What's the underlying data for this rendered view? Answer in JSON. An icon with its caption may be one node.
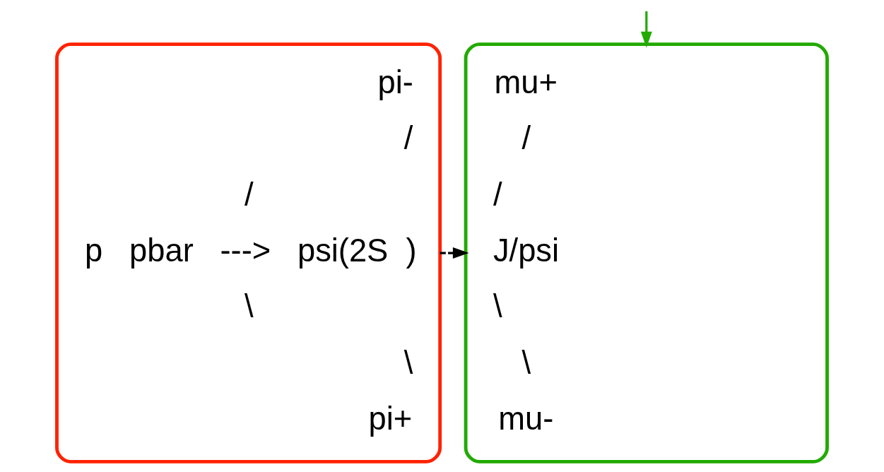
{
  "diagram": {
    "nodes": [
      {
        "text": [
          "pi-",
          "/",
          "/",
          "p   pbar   --->   psi(2S  )",
          "\\",
          "\\",
          "pi+"
        ]
      },
      {
        "text": [
          "mu+",
          "/",
          "/",
          "J/psi",
          "\\",
          "\\",
          "mu-"
        ]
      }
    ],
    "edges": [
      {
        "from": 0,
        "to": 1,
        "arrow": "to",
        "style": "dashed"
      },
      {
        "from": null,
        "to": 1,
        "arrow": "to",
        "color": "#22aa00"
      }
    ]
  }
}
